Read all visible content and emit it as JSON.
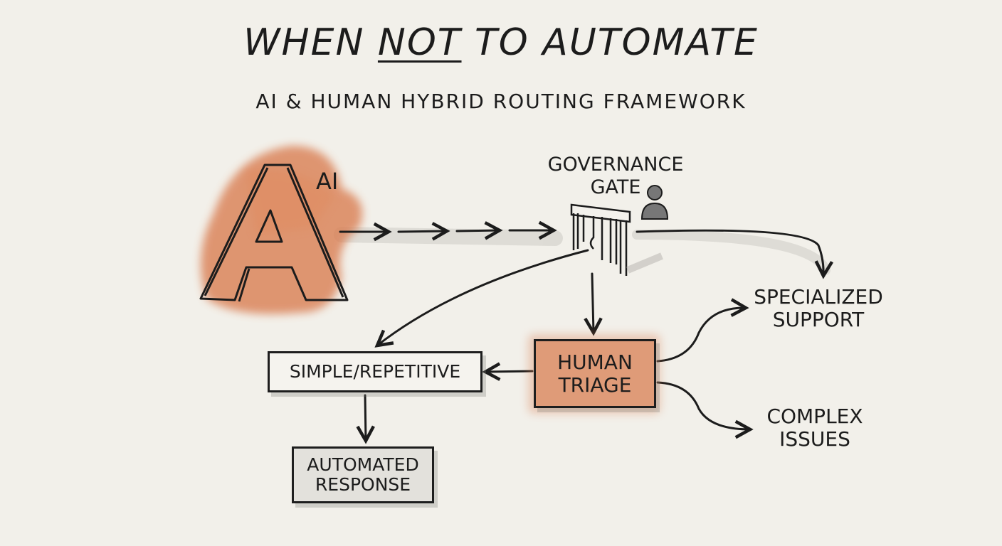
{
  "title": {
    "prefix": "When",
    "emphasis": "NOT",
    "suffix": "to Automate"
  },
  "subtitle": "AI & Human Hybrid Routing Framework",
  "nodes": {
    "ai": {
      "glyph": "A",
      "label": "AI",
      "icon": "ai-letter-icon"
    },
    "governance_gate": {
      "label": "Governance Gate",
      "icons": [
        "gate-icon",
        "person-icon"
      ]
    },
    "human_triage": {
      "label": "Human Triage"
    },
    "simple_repetitive": {
      "label": "Simple/Repetitive"
    },
    "automated_response": {
      "label": "Automated Response"
    },
    "specialized_support": {
      "label": "Specialized Support"
    },
    "complex_issues": {
      "label": "Complex Issues"
    }
  },
  "colors": {
    "background": "#f2f0ea",
    "accent": "#d97b4f",
    "ink": "#1c1c1c",
    "shadow": "#c9c7c1"
  }
}
